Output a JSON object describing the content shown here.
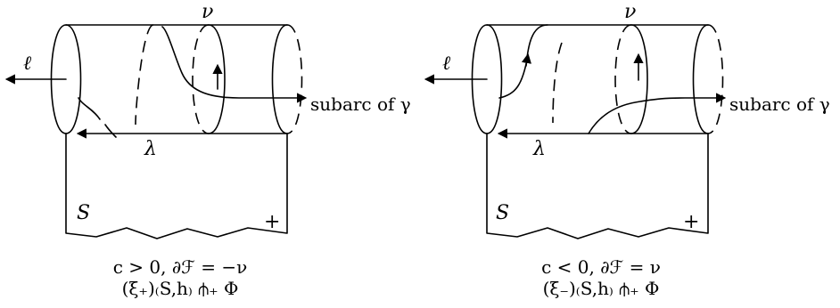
{
  "panels": [
    {
      "id": "left",
      "labels": {
        "ell": "ℓ",
        "nu": "ν",
        "lambda": "λ",
        "subarc": "subarc of γ",
        "S": "S",
        "plus": "+"
      },
      "caption_line1": "c > 0, ∂ℱ = −ν",
      "caption_line2": "(ξ₊)₍S,h₎ ⫛₊ Φ"
    },
    {
      "id": "right",
      "labels": {
        "ell": "ℓ",
        "nu": "ν",
        "lambda": "λ",
        "subarc": "subarc of γ",
        "S": "S",
        "plus": "+"
      },
      "caption_line1": "c < 0, ∂ℱ = ν",
      "caption_line2": "(ξ₋)₍S,h₎ ⫛₊ Φ"
    }
  ]
}
